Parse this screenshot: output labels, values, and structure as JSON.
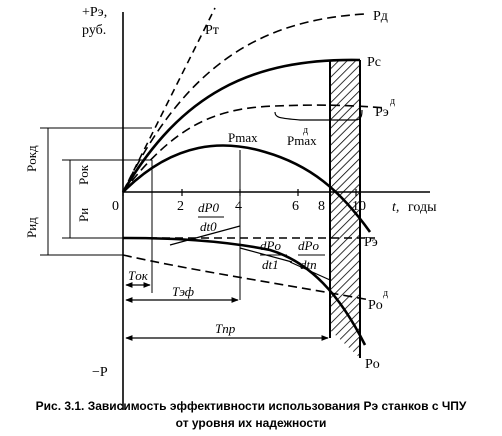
{
  "axes": {
    "y_top": "+Pэ,",
    "y_unit": "руб.",
    "y_bottom": "−P",
    "x_var": "t,",
    "x_unit": "годы",
    "ticks": [
      "0",
      "2",
      "4",
      "6",
      "8",
      "10"
    ]
  },
  "curves": {
    "p_t": "Pт",
    "p_d": "Pд",
    "p_c": "Pс",
    "p_ed_base": "Pэ",
    "p_ed_sup": "д",
    "p_max": "Pmax",
    "p_max_d_base": "Pmax",
    "p_max_d_sup": "д",
    "p_e": "Pэ",
    "p_od_base": "Pо",
    "p_od_sup": "д",
    "p_o": "Pо"
  },
  "left_labels": {
    "p_ok_d": "Pокд",
    "p_ok": "Pок",
    "p_i_d": "Pид",
    "p_i": "Pи"
  },
  "derivatives": {
    "d0_num": "dP0",
    "d0_den": "dt0",
    "d1_num": "dPo",
    "d1_den": "dt1",
    "dn_num": "dPo",
    "dn_den": "dtn"
  },
  "intervals": {
    "t_ok": "Tок",
    "t_ef": "Tэф",
    "t_pr": "Tпр"
  },
  "caption": {
    "line1": "Рис. 3.1. Зависимость эффективности использования Pэ станков с ЧПУ",
    "line2": "от уровня их надежности"
  }
}
